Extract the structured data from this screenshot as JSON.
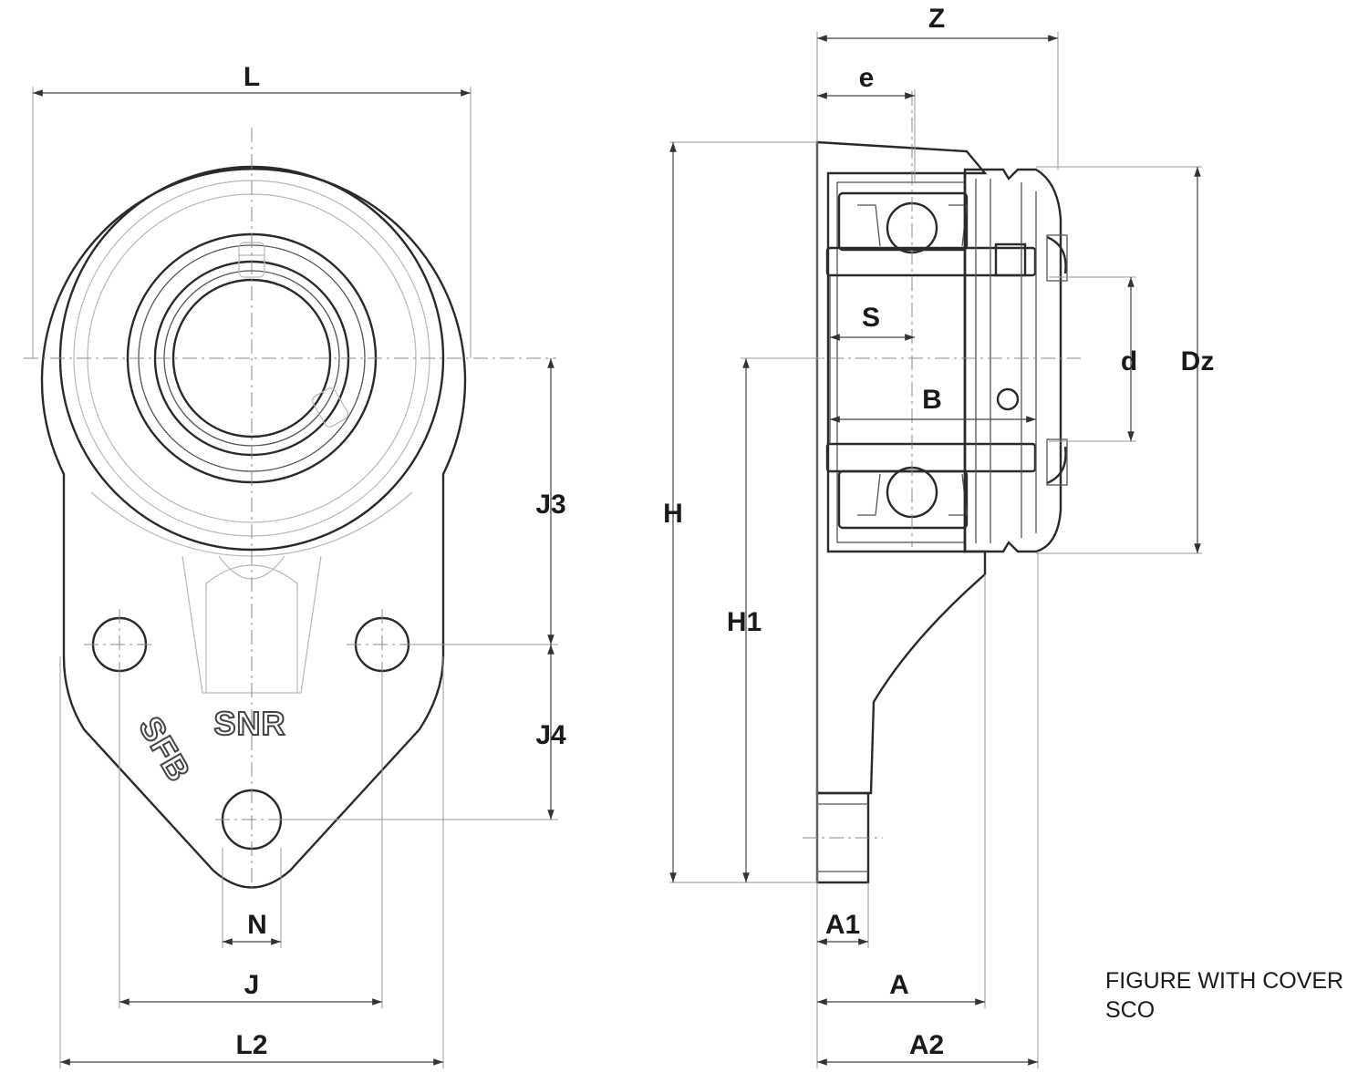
{
  "dimensions": {
    "L": "L",
    "L2": "L2",
    "J": "J",
    "N": "N",
    "J3": "J3",
    "J4": "J4",
    "Z": "Z",
    "e": "e",
    "S": "S",
    "B": "B",
    "d": "d",
    "Dz": "Dz",
    "H": "H",
    "H1": "H1",
    "A1": "A1",
    "A": "A",
    "A2": "A2"
  },
  "markings": {
    "brand": "SNR",
    "series": "SFB"
  },
  "caption": {
    "line1": "FIGURE WITH COVER",
    "line2": "SCO"
  }
}
